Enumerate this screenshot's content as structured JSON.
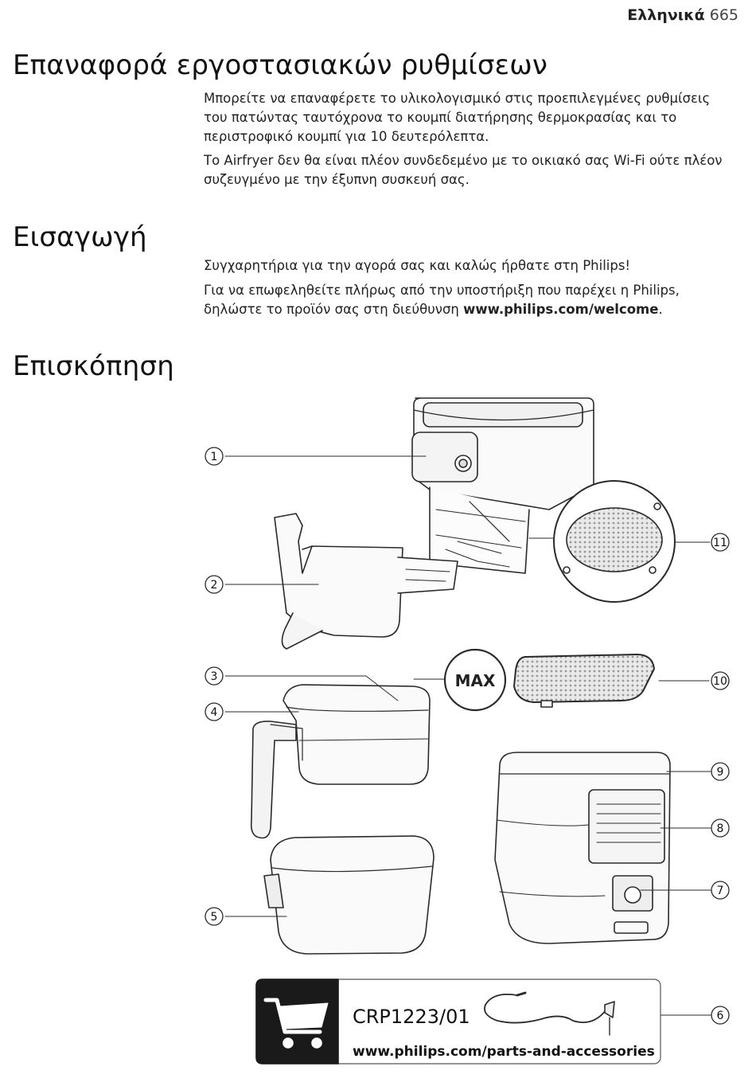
{
  "header": {
    "language": "Ελληνικά",
    "page_number": "665"
  },
  "sections": {
    "reset": {
      "title": "Επαναφορά εργοστασιακών ρυθμίσεων",
      "p1_line1": "Μπορείτε να επαναφέρετε το υλικολογισμικό στις προεπιλεγμένες ρυθμίσεις",
      "p1_line2": "του πατώντας ταυτόχρονα το κουμπί διατήρησης θερμοκρασίας και το",
      "p1_line3": "περιστροφικό κουμπί για 10 δευτερόλεπτα.",
      "p2_line1": "Το Airfryer δεν θα είναι πλέον συνδεδεμένο με το οικιακό σας Wi-Fi ούτε πλέον",
      "p2_line2": "συζευγμένο με την έξυπνη συσκευή σας."
    },
    "intro": {
      "title": "Εισαγωγή",
      "p1": "Συγχαρητήρια για την αγορά σας και καλώς ήρθατε στη Philips!",
      "p2_line1": "Για να επωφεληθείτε πλήρως από την υποστήριξη που παρέχει η Philips,",
      "p2_line2": "δηλώστε το προϊόν σας στη διεύθυνση",
      "p2_link": "www.philips.com/welcome",
      "p2_end": "."
    },
    "overview": {
      "title": "Επισκόπηση"
    }
  },
  "diagram": {
    "callouts": [
      "1",
      "2",
      "3",
      "4",
      "5",
      "6",
      "7",
      "8",
      "9",
      "10",
      "11"
    ],
    "max_label": "MAX",
    "accessory": {
      "code": "CRP1223/01",
      "url": "www.philips.com/parts-and-accessories",
      "icon": "shopping-cart-icon"
    }
  }
}
